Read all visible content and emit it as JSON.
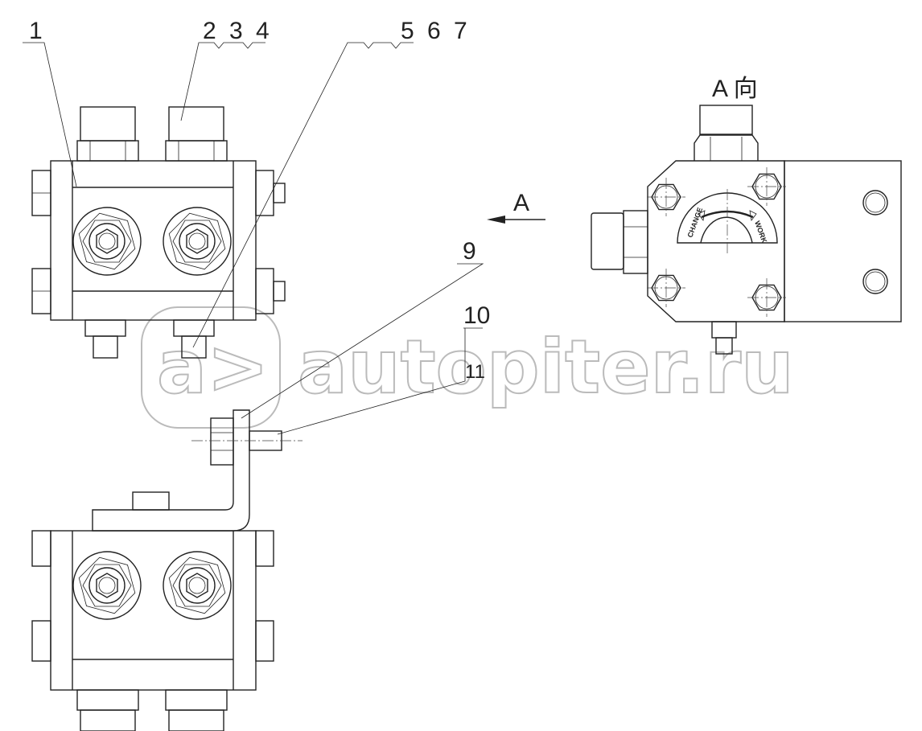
{
  "callouts": {
    "c1": "1",
    "c234": "2 3 4",
    "c567": "5 6 7",
    "c9": "9",
    "c10": "10",
    "c11": "11"
  },
  "view": {
    "arrow_label": "A",
    "view_title": "A 向",
    "dial_left": "CHANGE",
    "dial_right": "WORK"
  },
  "watermark": {
    "logo": "a>",
    "text": "autopiter.ru"
  }
}
